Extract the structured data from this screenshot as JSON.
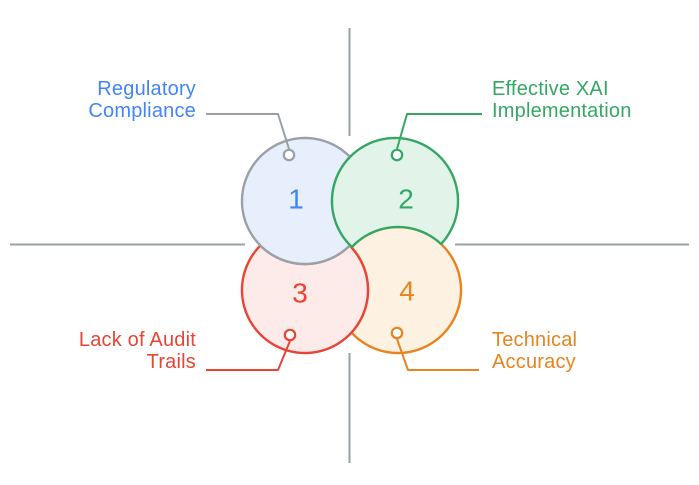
{
  "canvas": {
    "background": "#ffffff"
  },
  "axes": {
    "color": "#9aa0a6"
  },
  "items": [
    {
      "number": "1",
      "label_line1": "Regulatory",
      "label_line2": "Compliance",
      "text_color": "#4285f4",
      "stroke_color": "#9aa0a6",
      "fill_color": "#e8effc",
      "connector_color": "#9aa0a6"
    },
    {
      "number": "2",
      "label_line1": "Effective XAI",
      "label_line2": "Implementation",
      "text_color": "#34a863",
      "stroke_color": "#34a863",
      "fill_color": "#e2f4e9",
      "connector_color": "#34a863"
    },
    {
      "number": "3",
      "label_line1": "Lack of Audit",
      "label_line2": "Trails",
      "text_color": "#ea4335",
      "stroke_color": "#ea4335",
      "fill_color": "#fcebe9",
      "connector_color": "#ea4335"
    },
    {
      "number": "4",
      "label_line1": "Technical",
      "label_line2": "Accuracy",
      "text_color": "#e8831d",
      "stroke_color": "#e8831d",
      "fill_color": "#fdf1e2",
      "connector_color": "#e8831d"
    }
  ]
}
